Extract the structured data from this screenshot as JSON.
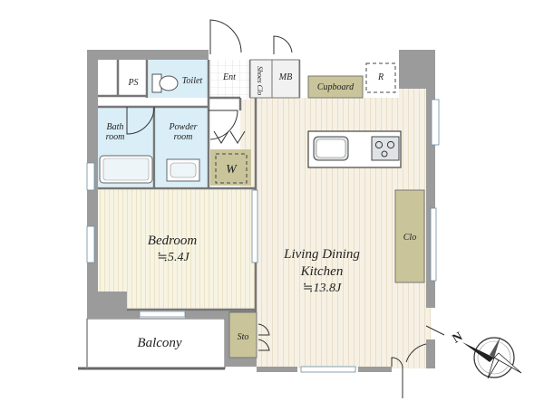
{
  "rooms": {
    "ps": "PS",
    "toilet": "Toilet",
    "entrance": "Ent",
    "shoes_closet": "Shoes Clo",
    "meter_box": "MB",
    "cupboard": "Cupboard",
    "refrigerator": "R",
    "bath": "Bath room",
    "powder": "Powder room",
    "washer": "W",
    "bedroom": {
      "name": "Bedroom",
      "size": "≒5.4J"
    },
    "ldk": {
      "name_line1": "Living Dining",
      "name_line2": "Kitchen",
      "size": "≒13.8J"
    },
    "closet": "Clo",
    "storage": "Sto",
    "balcony": "Balcony"
  },
  "compass": {
    "label": "N"
  }
}
